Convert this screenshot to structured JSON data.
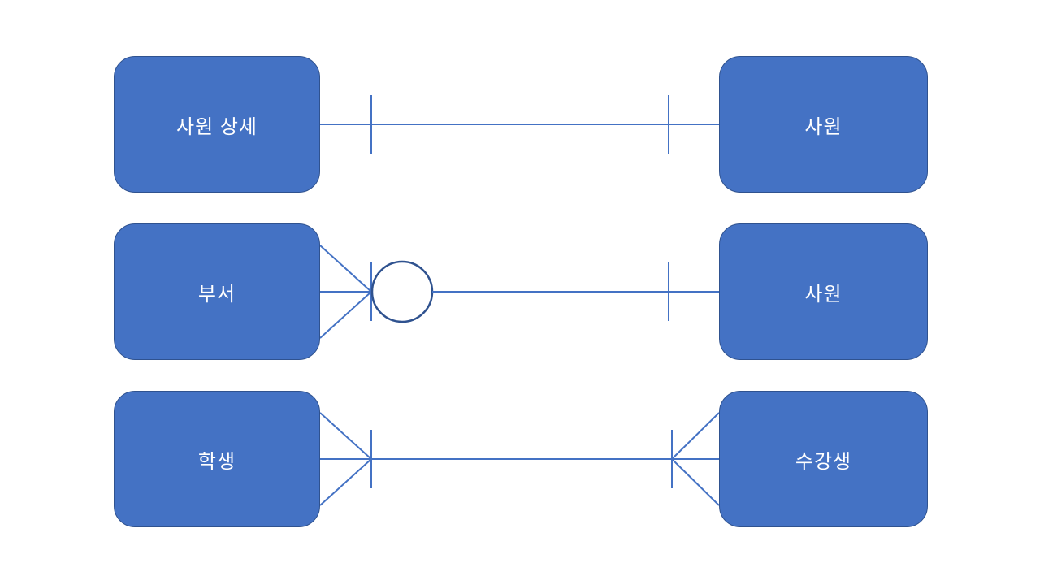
{
  "theme": {
    "canvas-bg": "#ffffff",
    "entity-fill": "#4472C4",
    "entity-border": "#2F528F",
    "entity-text": "#ffffff",
    "connector-color": "#4472C4",
    "circle-color": "#2F528F"
  },
  "diagram": {
    "relationships": [
      {
        "left_entity": {
          "label": "사원 상세"
        },
        "right_entity": {
          "label": "사원"
        },
        "left_symbol": "one-tick",
        "right_symbol": "one-tick",
        "type": "one-to-one"
      },
      {
        "left_entity": {
          "label": "부서"
        },
        "right_entity": {
          "label": "사원"
        },
        "left_symbol": "crow-foot-with-tick-and-optional-circle",
        "right_symbol": "one-tick",
        "type": "zero-or-many-to-one"
      },
      {
        "left_entity": {
          "label": "학생"
        },
        "right_entity": {
          "label": "수강생"
        },
        "left_symbol": "crow-foot-with-tick",
        "right_symbol": "crow-foot-with-tick",
        "type": "many-to-many"
      }
    ]
  }
}
